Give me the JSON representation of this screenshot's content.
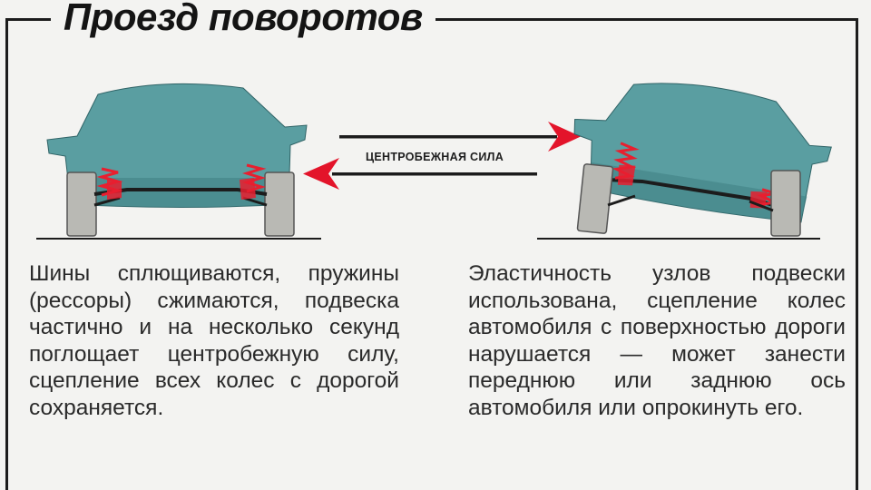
{
  "title": "Проезд поворотов",
  "force_label": "ЦЕНТРОБЕЖНАЯ СИЛА",
  "caption_left": "Шины сплющиваются, пружины (рессоры) сжимаются, подвеска частично и на несколько секунд поглощает центробежную силу, сцепление всех колес с дорогой сохраняется.",
  "caption_right": "Эластичность узлов подвески использована, сцепление колес автомобиля с поверхностью дороги нарушается — может занести переднюю или заднюю ось автомобиля или опрокинуть его.",
  "colors": {
    "car_body": "#5a9ea1",
    "car_dark": "#3f7f83",
    "tire": "#b9b9b4",
    "arrow": "#e3142a",
    "spring": "#e81f2f",
    "ink": "#1c1c1c",
    "background": "#f3f3f1"
  }
}
